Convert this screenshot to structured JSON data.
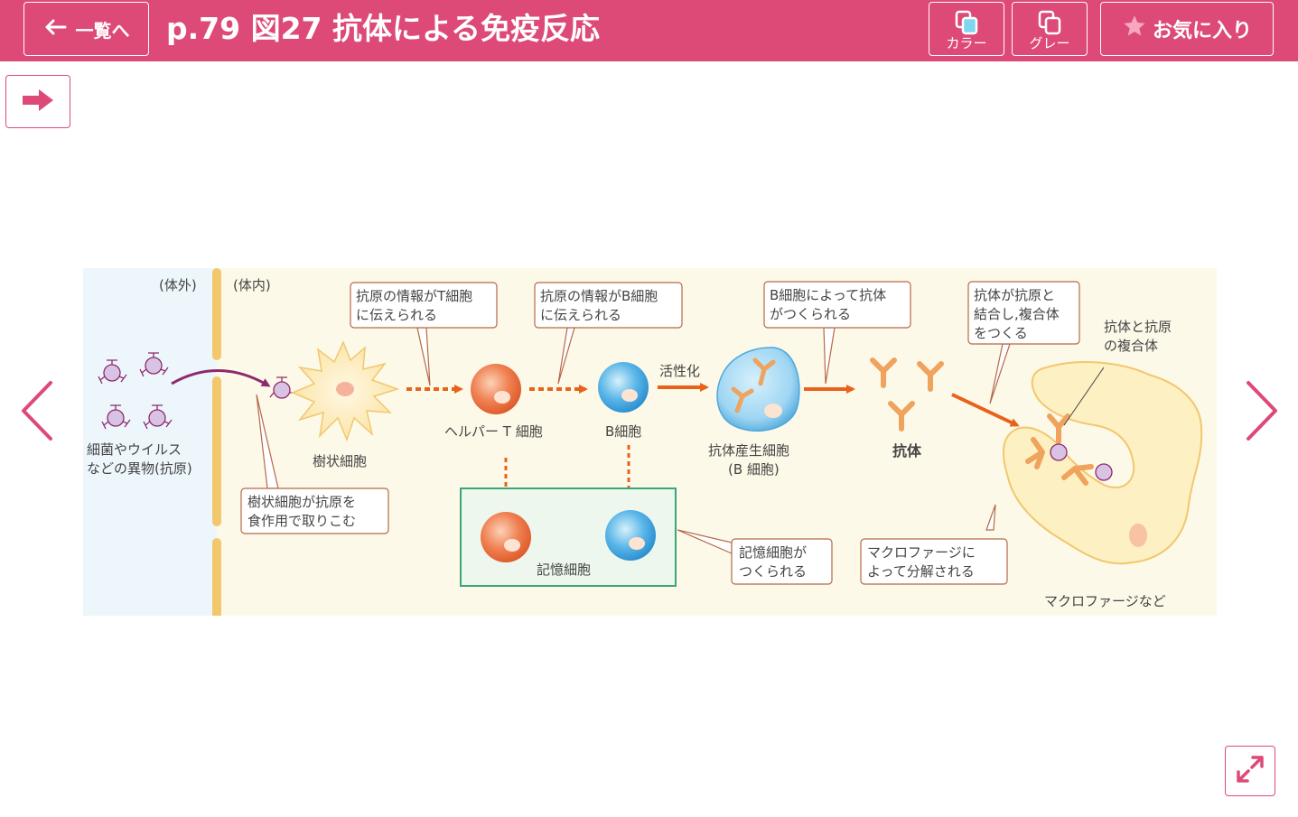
{
  "header": {
    "back_label": "一覧へ",
    "title": "p.79 図27 抗体による免疫反応",
    "color_label": "カラー",
    "gray_label": "グレー",
    "favorite_label": "お気に入り"
  },
  "figure": {
    "outside_label": "(体外)",
    "inside_label": "(体内)",
    "antigen_label_1": "細菌やウイルス",
    "antigen_label_2": "などの異物(抗原)",
    "dendritic_label": "樹状細胞",
    "helper_t_label": "ヘルパー T 細胞",
    "b_cell_label": "B細胞",
    "activation_label": "活性化",
    "plasma_label_1": "抗体産生細胞",
    "plasma_label_2": "(B 細胞)",
    "antibody_label": "抗体",
    "complex_label_1": "抗体と抗原",
    "complex_label_2": "の複合体",
    "memory_label": "記憶細胞",
    "macrophage_label": "マクロファージなど",
    "callouts": {
      "t_info_1": "抗原の情報がT細胞",
      "t_info_2": "に伝えられる",
      "b_info_1": "抗原の情報がB細胞",
      "b_info_2": "に伝えられる",
      "produce_1": "B細胞によって抗体",
      "produce_2": "がつくられる",
      "bind_1": "抗体が抗原と",
      "bind_2": "結合し,複合体",
      "bind_3": "をつくる",
      "phago_1": "樹状細胞が抗原を",
      "phago_2": "食作用で取りこむ",
      "memory_1": "記憶細胞が",
      "memory_2": "つくられる",
      "macro_1": "マクロファージに",
      "macro_2": "よって分解される"
    }
  },
  "colors": {
    "accent": "#dd4a78",
    "panel_outside": "#edf6fb",
    "panel_inside": "#fdf9e8",
    "membrane": "#f2c76e",
    "arrow": "#e8621b",
    "callout_border": "#b5694a",
    "memory_box": "#3aa676",
    "antibody": "#f0a35c",
    "antigen": "#d8c3e4"
  },
  "icons": {
    "back": "arrow-left-icon",
    "color": "copy-color-icon",
    "gray": "copy-gray-icon",
    "favorite": "star-icon",
    "next": "arrow-right-icon",
    "prev_page": "chevron-left-icon",
    "next_page": "chevron-right-icon",
    "expand": "expand-icon"
  }
}
